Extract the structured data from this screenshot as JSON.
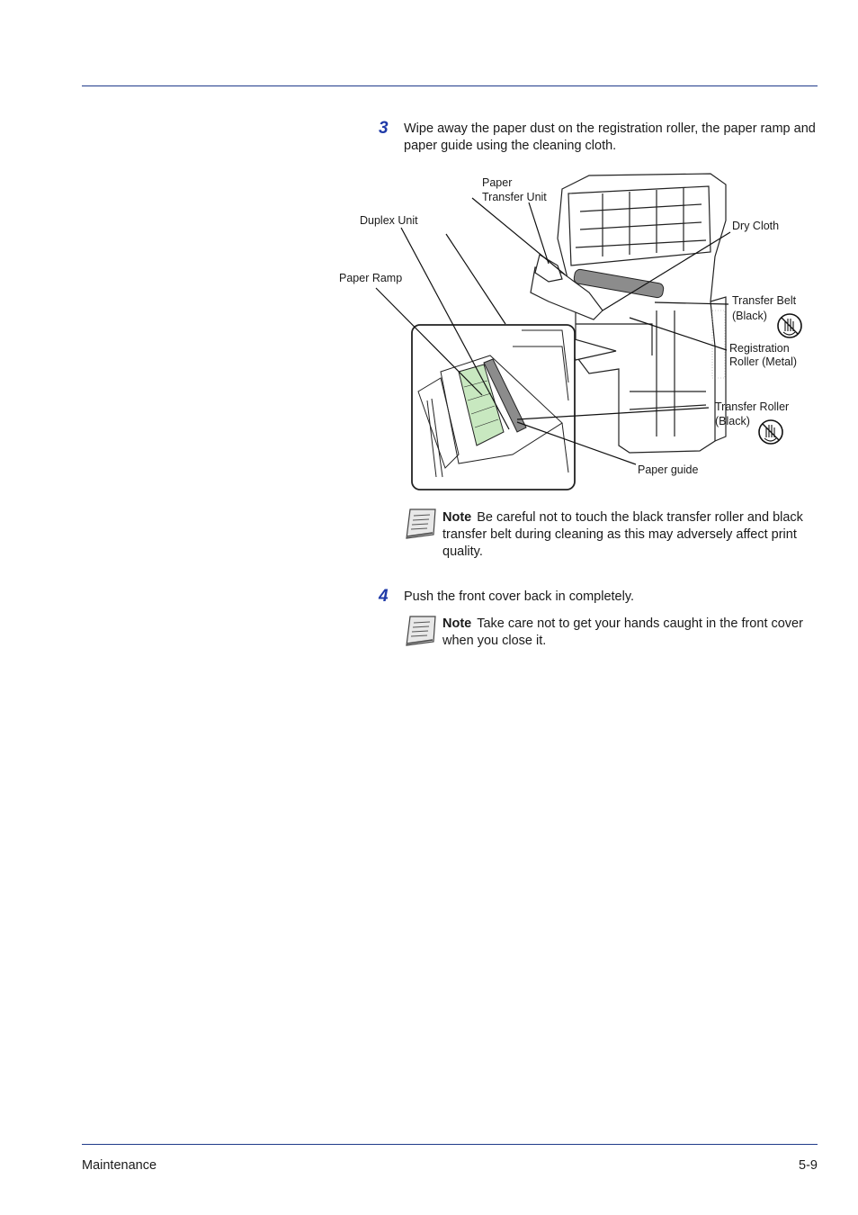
{
  "steps": [
    {
      "number": "3",
      "text": "Wipe away the paper dust on the registration roller, the paper ramp and paper guide using the cleaning cloth."
    },
    {
      "number": "4",
      "text": "Push the front cover back in completely."
    }
  ],
  "figure": {
    "callouts": {
      "paper_transfer_unit": [
        "Paper",
        "Transfer Unit"
      ],
      "duplex_unit": "Duplex Unit",
      "paper_ramp": "Paper Ramp",
      "dry_cloth": "Dry Cloth",
      "transfer_belt": [
        "Transfer Belt",
        "(Black)"
      ],
      "registration_roller": [
        "Registration",
        "Roller (Metal)"
      ],
      "transfer_roller": [
        "Transfer Roller",
        "(Black)"
      ],
      "paper_guide": "Paper guide"
    }
  },
  "notes": [
    {
      "label": "Note",
      "text": "Be careful not to touch the black transfer roller and black transfer belt during cleaning as this may adversely affect print quality."
    },
    {
      "label": "Note",
      "text": "Take care not to get your hands caught in the front cover when you close it."
    }
  ],
  "footer": {
    "section": "Maintenance",
    "page": "5-9"
  },
  "colors": {
    "rule": "#1f3a8a",
    "step_number": "#1f3aa8",
    "highlight_green": "#c8e8c0"
  }
}
